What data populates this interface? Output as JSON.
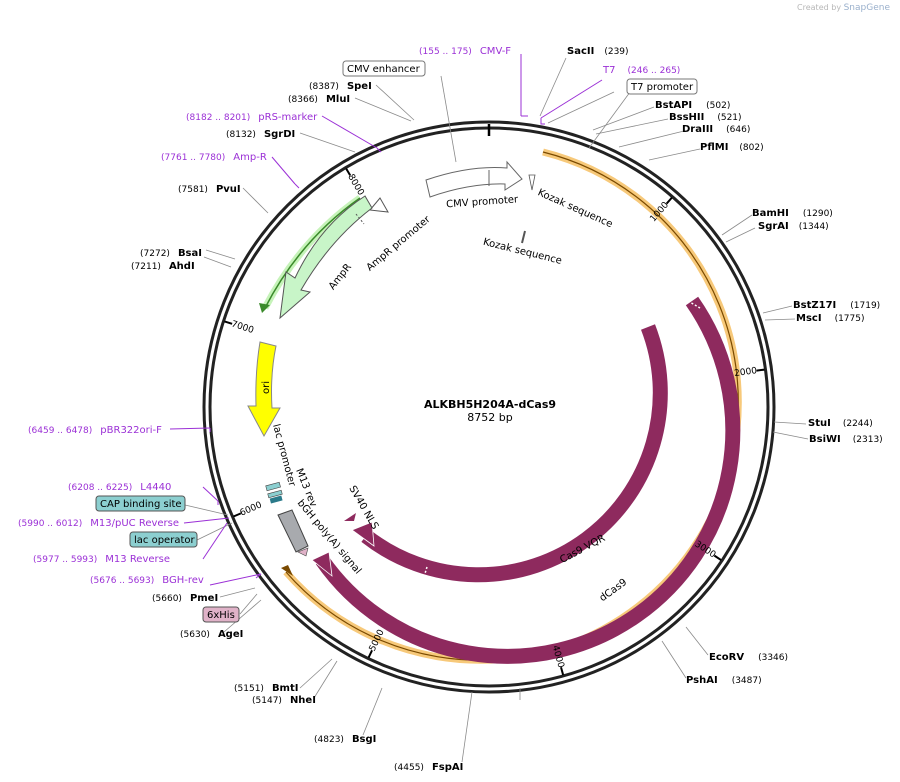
{
  "credit": {
    "created_by": "Created by",
    "brand": "SnapGene"
  },
  "plasmid": {
    "name": "ALKBH5H204A-dCas9",
    "size": "8752 bp",
    "length": 8752
  },
  "ticks": [
    {
      "label": "1000",
      "pos": 1000
    },
    {
      "label": "2000",
      "pos": 2000
    },
    {
      "label": "3000",
      "pos": 3000
    },
    {
      "label": "4000",
      "pos": 4000
    },
    {
      "label": "5000",
      "pos": 5000
    },
    {
      "label": "6000",
      "pos": 6000
    },
    {
      "label": "7000",
      "pos": 7000
    },
    {
      "label": "8000",
      "pos": 8000
    }
  ],
  "enzymes": [
    {
      "name": "SacII",
      "pos": 239,
      "coord": "(239)"
    },
    {
      "name": "BstAPI",
      "pos": 502,
      "coord": "(502)"
    },
    {
      "name": "BssHII",
      "pos": 521,
      "coord": "(521)"
    },
    {
      "name": "DraIII",
      "pos": 646,
      "coord": "(646)"
    },
    {
      "name": "PflMI",
      "pos": 802,
      "coord": "(802)"
    },
    {
      "name": "BamHI",
      "pos": 1290,
      "coord": "(1290)"
    },
    {
      "name": "SgrAI",
      "pos": 1344,
      "coord": "(1344)"
    },
    {
      "name": "BstZ17I",
      "pos": 1719,
      "coord": "(1719)"
    },
    {
      "name": "MscI",
      "pos": 1775,
      "coord": "(1775)"
    },
    {
      "name": "StuI",
      "pos": 2244,
      "coord": "(2244)"
    },
    {
      "name": "BsiWI",
      "pos": 2313,
      "coord": "(2313)"
    },
    {
      "name": "EcoRV",
      "pos": 3346,
      "coord": "(3346)"
    },
    {
      "name": "PshAI",
      "pos": 3487,
      "coord": "(3487)"
    },
    {
      "name": "FspAI",
      "pos": 4455,
      "coord": "(4455)"
    },
    {
      "name": "BsgI",
      "pos": 4823,
      "coord": "(4823)"
    },
    {
      "name": "NheI",
      "pos": 5147,
      "coord": "(5147)"
    },
    {
      "name": "BmtI",
      "pos": 5151,
      "coord": "(5151)"
    },
    {
      "name": "AgeI",
      "pos": 5630,
      "coord": "(5630)"
    },
    {
      "name": "PmeI",
      "pos": 5660,
      "coord": "(5660)"
    },
    {
      "name": "AhdI",
      "pos": 7211,
      "coord": "(7211)"
    },
    {
      "name": "BsaI",
      "pos": 7272,
      "coord": "(7272)"
    },
    {
      "name": "PvuI",
      "pos": 7581,
      "coord": "(7581)"
    },
    {
      "name": "SgrDI",
      "pos": 8132,
      "coord": "(8132)"
    },
    {
      "name": "MluI",
      "pos": 8366,
      "coord": "(8366)"
    },
    {
      "name": "SpeI",
      "pos": 8387,
      "coord": "(8387)"
    }
  ],
  "primers": [
    {
      "name": "CMV-F",
      "range": "(155 .. 175)",
      "pos": 165
    },
    {
      "name": "T7",
      "range": "(246 .. 265)",
      "pos": 255
    },
    {
      "name": "pRS-marker",
      "range": "(8182 .. 8201)",
      "pos": 8190
    },
    {
      "name": "Amp-R",
      "range": "(7761 .. 7780)",
      "pos": 7770
    },
    {
      "name": "pBR322ori-F",
      "range": "(6459 .. 6478)",
      "pos": 6468
    },
    {
      "name": "L4440",
      "range": "(6208 .. 6225)",
      "pos": 6216
    },
    {
      "name": "M13/pUC Reverse",
      "range": "(5990 .. 6012)",
      "pos": 6001
    },
    {
      "name": "M13 Reverse",
      "range": "(5977 .. 5993)",
      "pos": 5985
    },
    {
      "name": "BGH-rev",
      "range": "(5676 .. 5693)",
      "pos": 5684
    }
  ],
  "boxed_features": [
    {
      "name": "CMV enhancer",
      "style": "plain"
    },
    {
      "name": "T7 promoter",
      "style": "plain"
    },
    {
      "name": "CAP binding site",
      "style": "teal"
    },
    {
      "name": "lac operator",
      "style": "teal"
    },
    {
      "name": "6xHis",
      "style": "pink"
    }
  ],
  "features": [
    {
      "name": "CMV promoter"
    },
    {
      "name": "Kozak sequence",
      "copy": 1
    },
    {
      "name": "Kozak sequence",
      "copy": 2
    },
    {
      "name": "AmpR promoter"
    },
    {
      "name": "AmpR"
    },
    {
      "name": "ori"
    },
    {
      "name": "lac promoter"
    },
    {
      "name": "M13 rev"
    },
    {
      "name": "bGH poly(A) signal"
    },
    {
      "name": "SV40 NLS"
    },
    {
      "name": "Cas9 VQR"
    },
    {
      "name": "dCas9"
    }
  ],
  "colors": {
    "backbone": "#222222",
    "primer": "#9b30d6",
    "cas9": "#8e2a5e",
    "orf_highlight": "#f7c97a",
    "orf_line": "#7a4a00",
    "amp": "#c8f5c8",
    "amp_outline": "#3a8a2a",
    "ori": "#ffff00",
    "teal_box": "#8ccfd0",
    "pink_box": "#e0b2c8",
    "bgh": "#a8aaae"
  }
}
